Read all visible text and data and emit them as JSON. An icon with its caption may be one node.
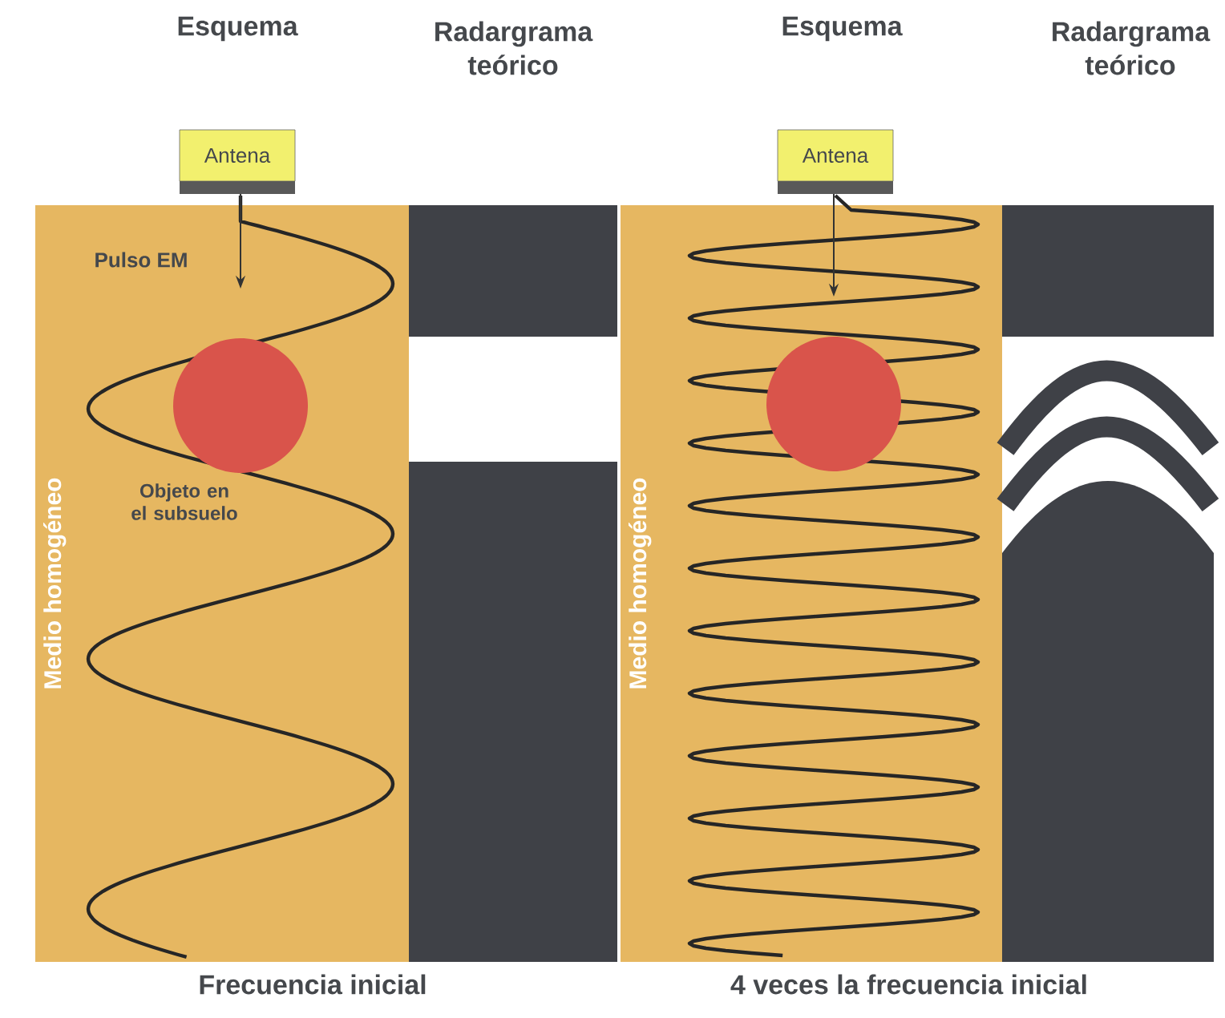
{
  "diagram": {
    "nodes": [
      {
        "text": [
          "Antena"
        ]
      },
      {
        "text": [
          "Medio homogéneo"
        ]
      },
      {
        "text": [],
        "shape": "circle",
        "in": 1,
        "beside": [
          "Objeto en el subsuelo"
        ]
      },
      {
        "text": [
          "Antena"
        ]
      },
      {
        "text": [
          "Medio homogéneo"
        ]
      },
      {
        "text": [],
        "shape": "circle",
        "in": 4
      }
    ],
    "edges": [],
    "labels": [
      "Esquema",
      "Radargrama teórico",
      "Esquema",
      "Radargrama teórico",
      "Pulso EM",
      "Frecuencia inicial",
      "4 veces la frecuencia inicial"
    ]
  }
}
